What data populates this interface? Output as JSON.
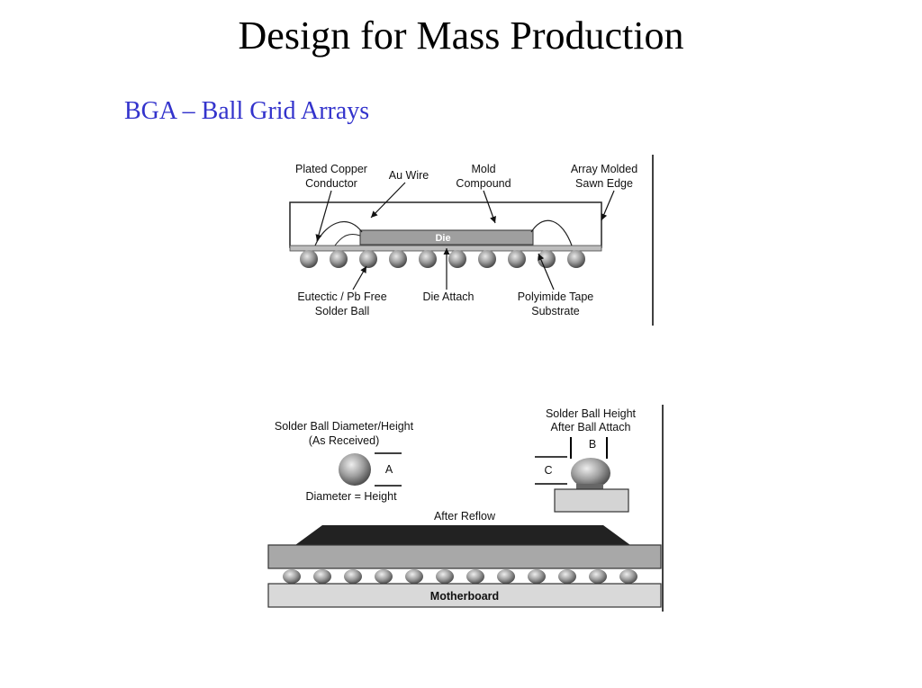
{
  "slide": {
    "title": "Design for Mass Production",
    "subtitle": "BGA – Ball Grid Arrays"
  },
  "figure_top": {
    "labels": {
      "plated_copper_1": "Plated Copper",
      "plated_copper_2": "Conductor",
      "au_wire": "Au Wire",
      "mold_1": "Mold",
      "mold_2": "Compound",
      "array_molded_1": "Array Molded",
      "array_molded_2": "Sawn Edge",
      "die": "Die",
      "eutectic_1": "Eutectic / Pb Free",
      "eutectic_2": "Solder Ball",
      "die_attach": "Die Attach",
      "polyimide_1": "Polyimide Tape",
      "polyimide_2": "Substrate"
    }
  },
  "figure_bottom": {
    "labels": {
      "sb_diameter_1": "Solder Ball Diameter/Height",
      "sb_diameter_2": "(As Received)",
      "dim_a": "A",
      "diameter_eq": "Diameter = Height",
      "sb_height_1": "Solder Ball Height",
      "sb_height_2": "After Ball Attach",
      "dim_b": "B",
      "dim_c": "C",
      "after_reflow": "After Reflow",
      "motherboard": "Motherboard"
    }
  }
}
